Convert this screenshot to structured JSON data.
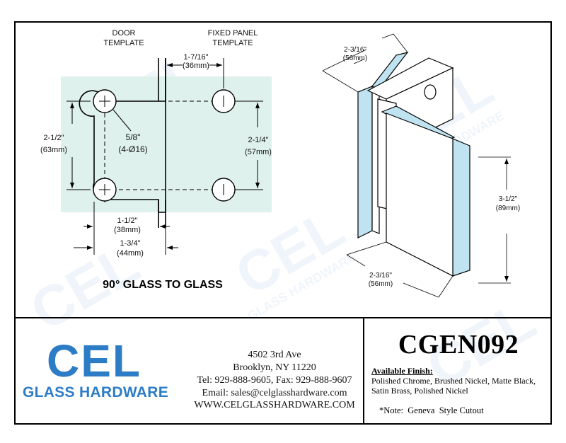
{
  "drawing": {
    "door_template_label": [
      "DOOR",
      "TEMPLATE"
    ],
    "fixed_panel_template_label": [
      "FIXED PANEL",
      "TEMPLATE"
    ],
    "dim_top": [
      "1-7/16\"",
      "(36mm)"
    ],
    "dim_left": [
      "2-1/2\"",
      "(63mm)"
    ],
    "dim_hole": [
      "5/8\"",
      "(4-Ø16)"
    ],
    "dim_right": [
      "2-1/4\"",
      "(57mm)"
    ],
    "dim_bottom1": [
      "1-1/2\"",
      "(38mm)"
    ],
    "dim_bottom2": [
      "1-3/4\"",
      "(44mm)"
    ],
    "caption": "90° GLASS TO GLASS",
    "iso_dim_top": [
      "2-3/16\"",
      "(56mm)"
    ],
    "iso_dim_height": [
      "3-1/2\"",
      "(89mm)"
    ],
    "iso_dim_bottom": [
      "2-3/16\"",
      "(56mm)"
    ]
  },
  "logo": {
    "name": "CEL",
    "subtitle": "GLASS HARDWARE",
    "color": "#2d7cc6"
  },
  "contact": {
    "street": "4502 3rd Ave",
    "city": "Brooklyn, NY 11220",
    "phone": "Tel: 929-888-9605, Fax: 929-888-9607",
    "email": "Email: sales@celglasshardware.com",
    "website": "WWW.CELGLASSHARDWARE.COM"
  },
  "product": {
    "model": "CGEN092",
    "finish_heading": "Available Finish:",
    "finishes": "Polished Chrome, Brushed Nickel, Matte Black, Satin Brass, Polished Nickel",
    "note": "*Note:  Geneva  Style Cutout"
  },
  "watermark": {
    "text_main": "CEL",
    "text_sub": "GLASS HARDWARE"
  }
}
